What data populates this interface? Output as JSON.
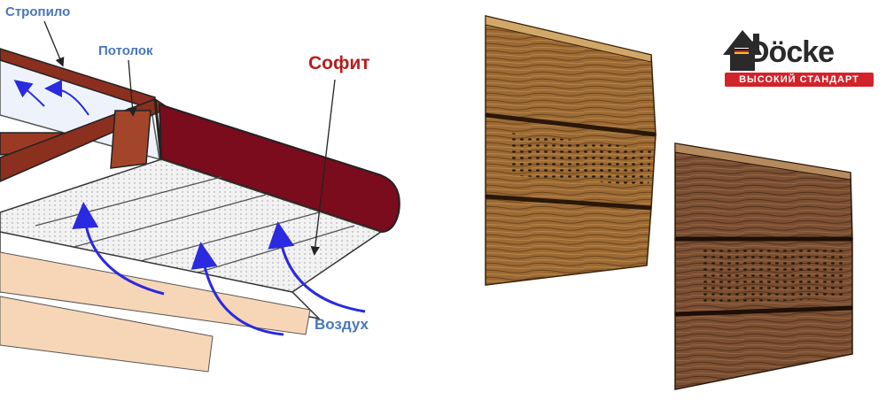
{
  "labels": {
    "rafter": "Стропило",
    "ceiling": "Потолок",
    "soffit": "Софит",
    "air": "Воздух"
  },
  "logo": {
    "brand": "Döcke",
    "tagline": "ВЫСОКИЙ СТАНДАРТ"
  },
  "colors": {
    "label_blue": "#4a77b8",
    "soffit_red": "#b51e1e",
    "arrow_blue": "#2a2ae0",
    "rafter_brown": "#8b2f1f",
    "soffit_board": "#7a0c1e",
    "plank_peach": "#f7d6b7",
    "panel_light_wood": "#9b6a35",
    "panel_dark_wood": "#7a4f33",
    "logo_red": "#d3232a"
  },
  "icons": [
    "house-logo-icon"
  ]
}
